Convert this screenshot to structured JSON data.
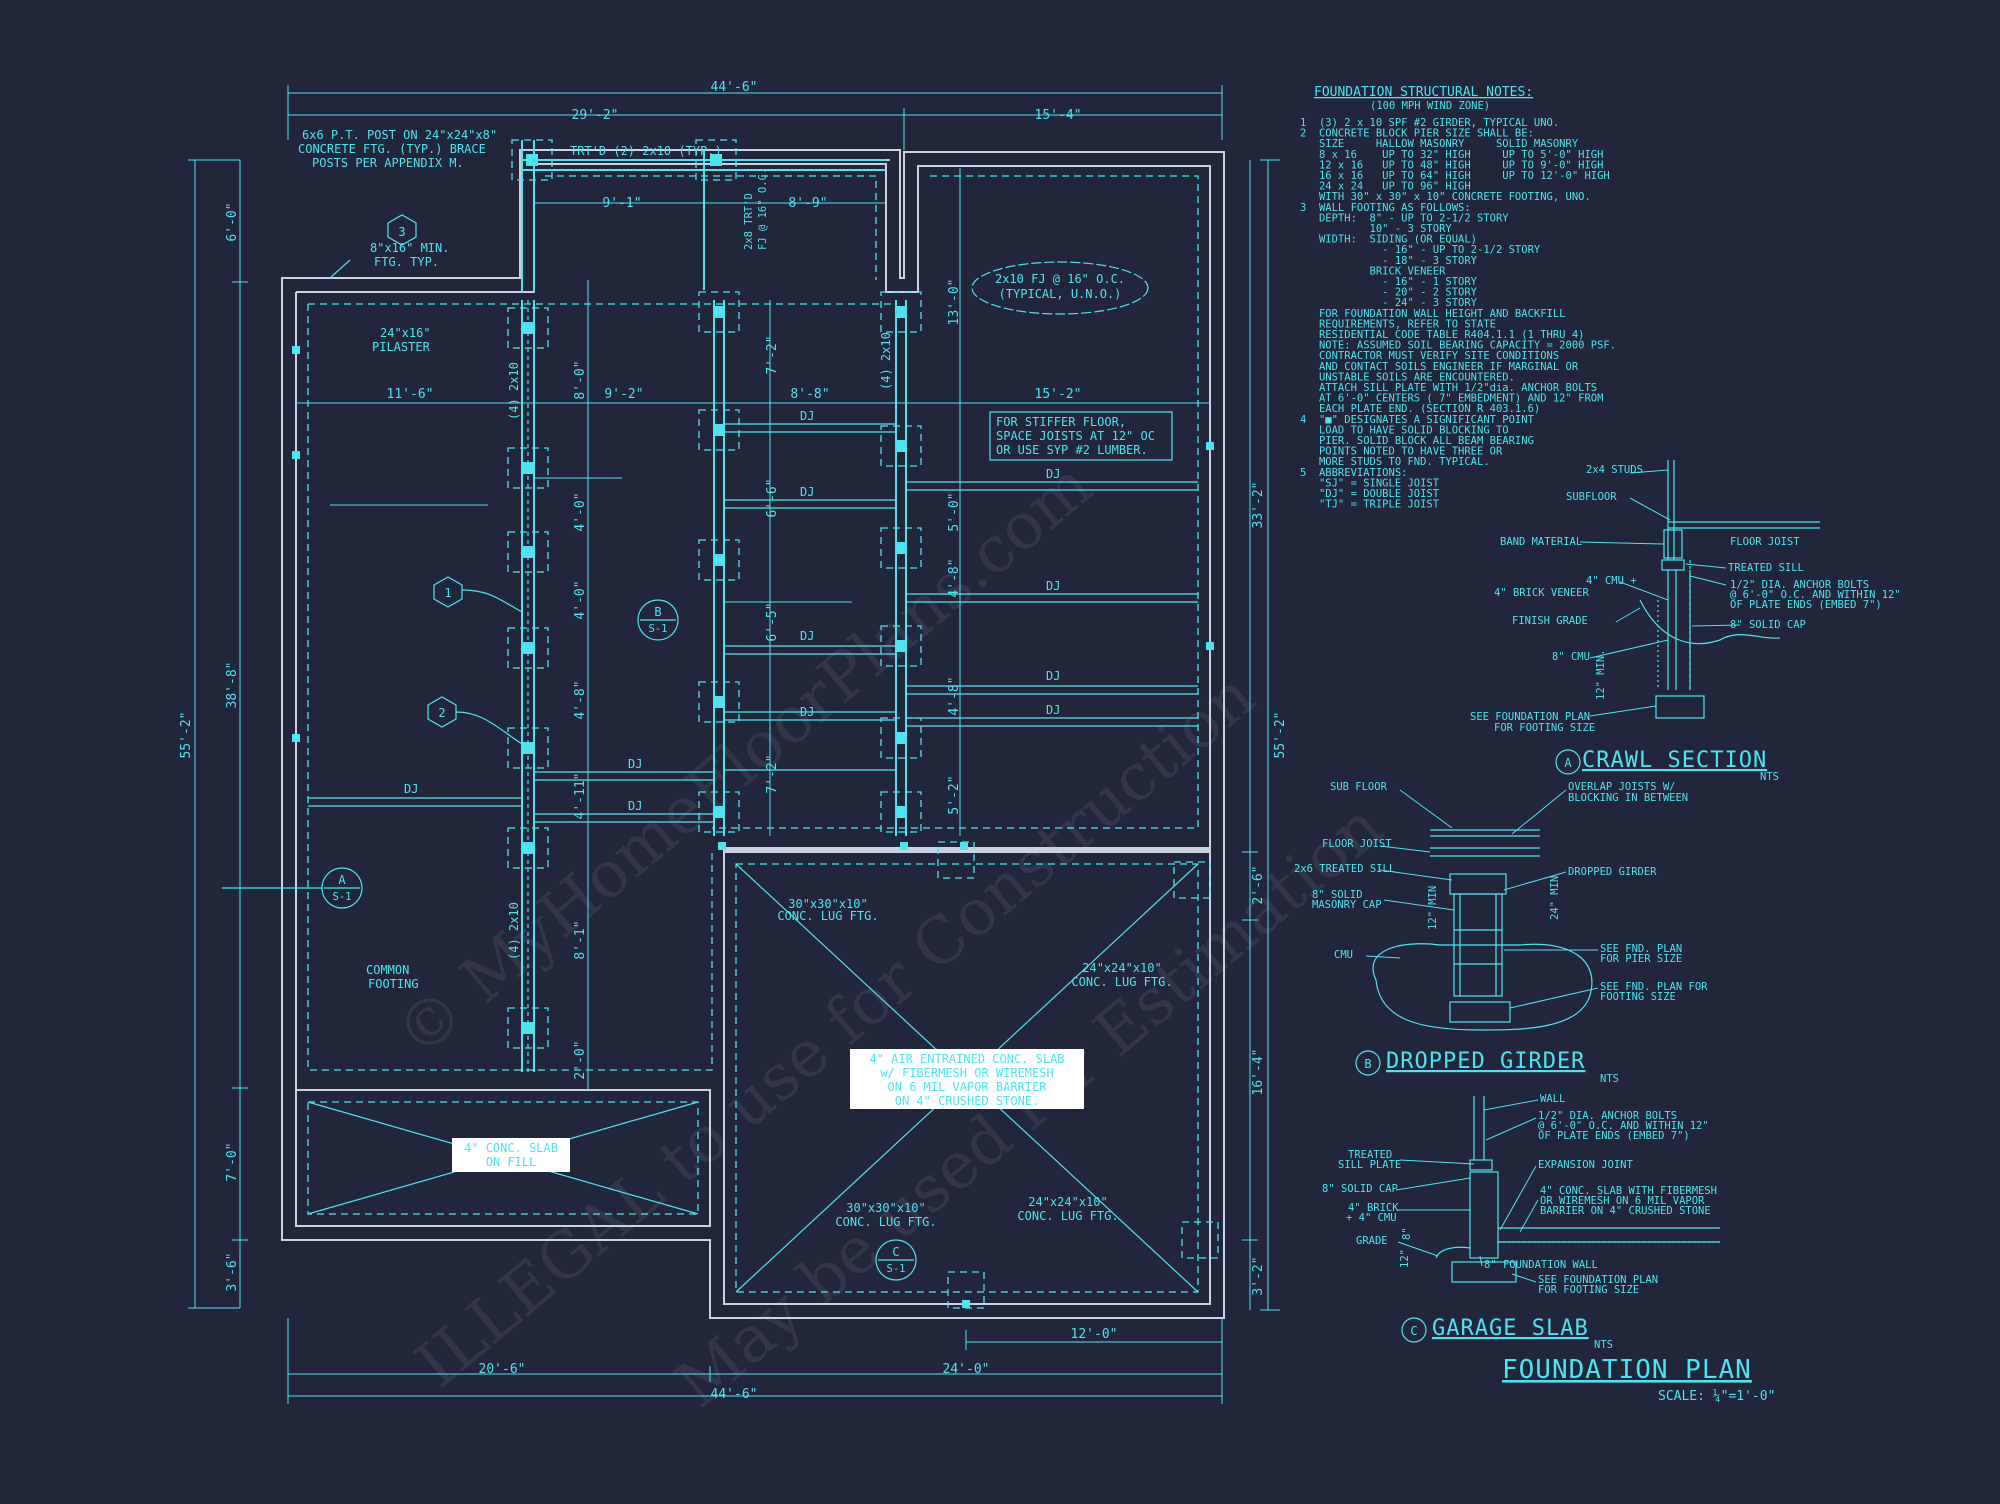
{
  "colors": {
    "background": "#22263a",
    "line": "#4fe3ef",
    "wall": "#c9d2e0",
    "label_box": "#ffffff"
  },
  "watermark": [
    "© MyHomeFloorPlans.com",
    "ILLEGAL to use for Construction",
    "May be used for Estimation"
  ],
  "title": "FOUNDATION PLAN",
  "scale": "SCALE: ¼\"=1'-0\"",
  "dims": {
    "top_total": "44'-6\"",
    "top_left": "29'-2\"",
    "top_right": "15'-4\"",
    "inner_top_a": "9'-1\"",
    "inner_top_b": "8'-9\"",
    "row_a": "11'-6\"",
    "row_b": "9'-2\"",
    "row_c": "8'-8\"",
    "row_d": "15'-2\"",
    "left_total": "55'-2\"",
    "left_a": "6'-0\"",
    "left_b": "38'-8\"",
    "left_c": "7'-0\"",
    "left_d": "3'-6\"",
    "right_total": "55'-2\"",
    "right_a": "33'-2\"",
    "right_b": "2'-6\"",
    "right_c": "16'-4\"",
    "right_d": "3'-2\"",
    "col_a": "8'-0\"",
    "col_b": "4'-0\"",
    "col_c": "4'-0\"",
    "col_d": "4'-8\"",
    "col_e": "4'-11\"",
    "col_f": "8'-1\"",
    "col_g": "2'-0\"",
    "col2_a": "7'-2\"",
    "col2_b": "6'-6\"",
    "col2_c": "6'-5\"",
    "col2_d": "7'-2\"",
    "col3_a": "13'-0\"",
    "col3_b": "5'-0\"",
    "col3_c": "4'-8\"",
    "col3_d": "4'-8\"",
    "col3_e": "5'-2\"",
    "bot_total": "44'-6\"",
    "bot_left": "20'-6\"",
    "bot_right": "24'-0\"",
    "bot_garage": "12'-0\""
  },
  "plan_labels": {
    "post": [
      "6x6 P.T. POST ON 24\"x24\"x8\"",
      "CONCRETE FTG. (TYP.) BRACE",
      "POSTS PER APPENDIX M."
    ],
    "trtd": "TRT'D (2) 2x10 (TYP.)",
    "fj_vert": [
      "2x8 TRT'D",
      "FJ @ 16\" O.C."
    ],
    "min_ftg": [
      "8\"x16\" MIN.",
      "FTG. TYP."
    ],
    "cloud": [
      "2x10 FJ @ 16\" O.C.",
      "(TYPICAL, U.N.O.)"
    ],
    "pilaster": [
      "24\"x16\"",
      "PILASTER"
    ],
    "girder": "(4) 2x10",
    "stiffer": [
      "FOR STIFFER FLOOR,",
      "SPACE JOISTS AT 12\" OC",
      "OR USE SYP #2 LUMBER."
    ],
    "dj": "DJ",
    "common": [
      "COMMON",
      "FOOTING"
    ],
    "slab_fill": [
      "4\" CONC. SLAB",
      "ON FILL"
    ],
    "garage_slab": [
      "4\" AIR ENTRAINED CONC. SLAB",
      "w/ FIBERMESH OR WIREMESH",
      "ON 6 MIL VAPOR BARRIER",
      "ON 4\" CRUSHED STONE."
    ],
    "lug1": [
      "30\"x30\"x10\"",
      "CONC. LUG FTG."
    ],
    "lug2": [
      "24\"x24\"x10\"",
      "CONC. LUG FTG."
    ],
    "lug3": [
      "30\"x30\"x10\"",
      "CONC. LUG FTG."
    ],
    "lug4": [
      "24\"x24\"x10\"",
      "CONC. LUG FTG."
    ],
    "tag1": "1",
    "tag2": "2",
    "tag3": "3",
    "secA": "A",
    "secB": "B",
    "secC": "C",
    "sheet": "S-1"
  },
  "notes": {
    "heading": "FOUNDATION STRUCTURAL NOTES:",
    "sub": "(100 MPH WIND ZONE)",
    "lines": [
      "1  (3) 2 x 10 SPF #2 GIRDER, TYPICAL UNO.",
      "2  CONCRETE BLOCK PIER SIZE SHALL BE:",
      "   SIZE     HALLOW MASONRY     SOLID MASONRY",
      "   8 x 16    UP TO 32\" HIGH     UP TO 5'-0\" HIGH",
      "   12 x 16   UP TO 48\" HIGH     UP TO 9'-0\" HIGH",
      "   16 x 16   UP TO 64\" HIGH     UP TO 12'-0\" HIGH",
      "   24 x 24   UP TO 96\" HIGH",
      "   WITH 30\" x 30\" x 10\" CONCRETE FOOTING, UNO.",
      "3  WALL FOOTING AS FOLLOWS:",
      "   DEPTH:  8\" - UP TO 2-1/2 STORY",
      "           10\" - 3 STORY",
      "   WIDTH:  SIDING (OR EQUAL)",
      "             - 16\" - UP TO 2-1/2 STORY",
      "             - 18\" - 3 STORY",
      "           BRICK VENEER",
      "             - 16\" - 1 STORY",
      "             - 20\" - 2 STORY",
      "             - 24\" - 3 STORY",
      "   FOR FOUNDATION WALL HEIGHT AND BACKFILL",
      "   REQUIREMENTS, REFER TO STATE",
      "   RESIDENTIAL CODE TABLE R404.1.1 (1 THRU 4)",
      "   NOTE: ASSUMED SOIL BEARING CAPACITY = 2000 PSF.",
      "   CONTRACTOR MUST VERIFY SITE CONDITIONS",
      "   AND CONTACT SOILS ENGINEER IF MARGINAL OR",
      "   UNSTABLE SOILS ARE ENCOUNTERED.",
      "   ATTACH SILL PLATE WITH 1/2\"dia. ANCHOR BOLTS",
      "   AT 6'-0\" CENTERS ( 7\" EMBEDMENT) AND 12\" FROM",
      "   EACH PLATE END. (SECTION R 403.1.6)",
      "4  \"■\" DESIGNATES A SIGNIFICANT POINT",
      "   LOAD TO HAVE SOLID BLOCKING TO",
      "   PIER. SOLID BLOCK ALL BEAM BEARING",
      "   POINTS NOTED TO HAVE THREE OR",
      "   MORE STUDS TO FND. TYPICAL.",
      "5  ABBREVIATIONS:",
      "   \"SJ\" = SINGLE JOIST",
      "   \"DJ\" = DOUBLE JOIST",
      "   \"TJ\" = TRIPLE JOIST"
    ]
  },
  "crawl": {
    "title": "CRAWL SECTION",
    "tag": "A",
    "nts": "NTS",
    "labels": [
      "2x4 STUDS",
      "SUBFLOOR",
      "FLOOR JOIST",
      "BAND MATERIAL",
      "TREATED SILL",
      "1/2\" DIA. ANCHOR BOLTS",
      "@ 6'-0\" O.C. AND WITHIN 12\"",
      "OF PLATE ENDS (EMBED 7\")",
      "4\" CMU +",
      "4\" BRICK VENEER",
      "8\" SOLID CAP",
      "FINISH GRADE",
      "8\" CMU",
      "12\" MIN.",
      "SEE FOUNDATION PLAN",
      "FOR FOOTING SIZE"
    ]
  },
  "girder_sec": {
    "title": "DROPPED GIRDER",
    "tag": "B",
    "nts": "NTS",
    "labels": [
      "SUB FLOOR",
      "OVERLAP JOISTS W/",
      "BLOCKING IN BETWEEN",
      "FLOOR JOIST",
      "2x6 TREATED SILL",
      "DROPPED GIRDER",
      "8\" SOLID",
      "MASONRY CAP",
      "24\" MIN",
      "12\" MIN",
      "CMU",
      "SEE FND. PLAN",
      "FOR PIER SIZE",
      "SEE FND. PLAN FOR",
      "FOOTING SIZE"
    ]
  },
  "garage_sec": {
    "title": "GARAGE SLAB",
    "tag": "C",
    "nts": "NTS",
    "labels": [
      "WALL",
      "1/2\" DIA. ANCHOR BOLTS",
      "@ 6'-0\" O.C. AND WITHIN 12\"",
      "OF PLATE ENDS (EMBED 7\")",
      "TREATED",
      "SILL PLATE",
      "EXPANSION JOINT",
      "8\" SOLID CAP",
      "4\" CONC. SLAB WITH FIBERMESH",
      "OR WIREMESH ON 6 MIL VAPOR",
      "BARRIER ON 4\" CRUSHED STONE",
      "4\" BRICK",
      "+ 4\" CMU",
      "GRADE",
      "8\" FOUNDATION WALL",
      "SEE FOUNDATION PLAN",
      "FOR FOOTING SIZE",
      "8\"",
      "12\""
    ]
  }
}
